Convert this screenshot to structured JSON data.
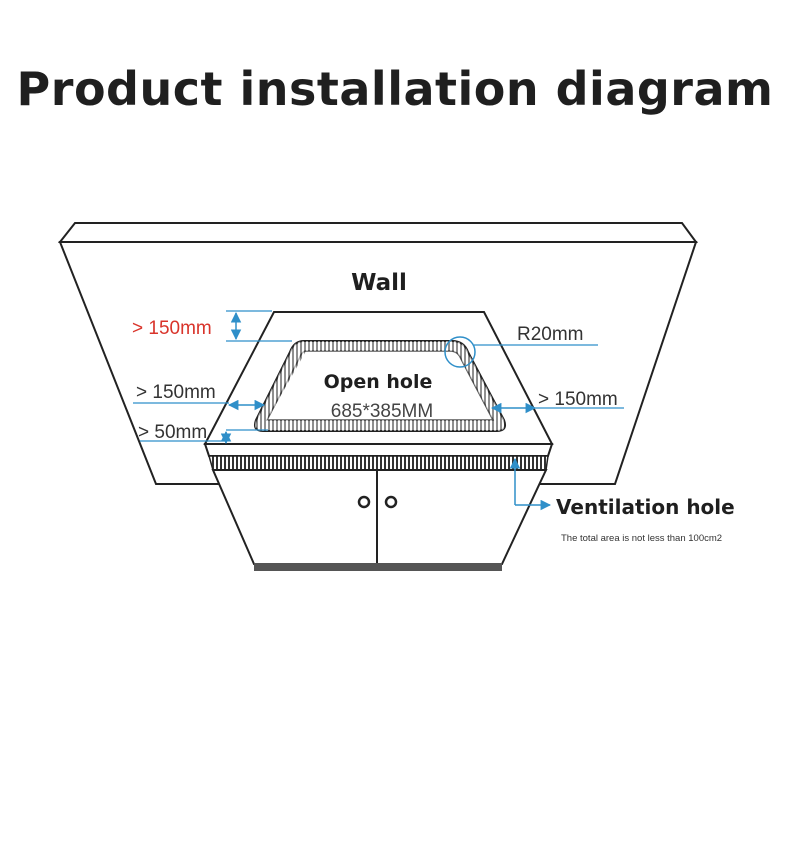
{
  "title": "Product installation diagram",
  "labels": {
    "wall": "Wall",
    "top_clearance": "> 150mm",
    "corner_radius": "R20mm",
    "open_hole_title": "Open hole",
    "open_hole_size": "685*385MM",
    "left_clearance": "> 150mm",
    "right_clearance": "> 150mm",
    "front_clearance": "> 50mm",
    "ventilation_title": "Ventilation hole",
    "ventilation_note": "The total area is not less than 100cm2"
  },
  "colors": {
    "text": "#1f1f1f",
    "accent_red": "#d9342b",
    "dimension_blue": "#2f8fc9",
    "outline": "#222222"
  }
}
